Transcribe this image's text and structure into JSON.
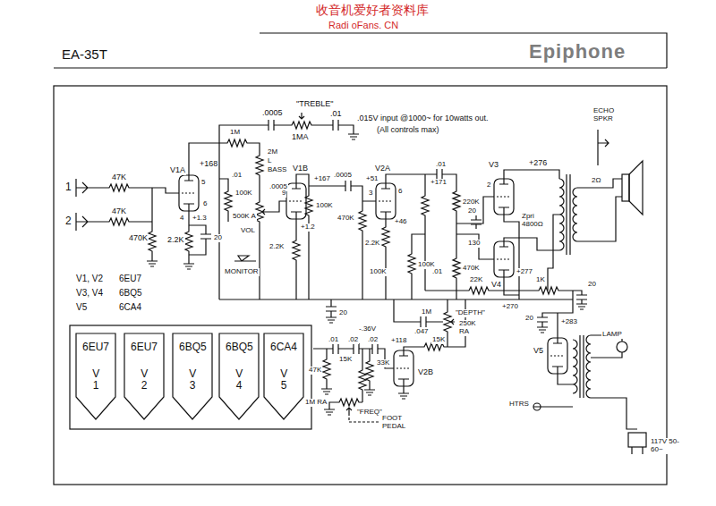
{
  "diagram": {
    "title": "EA-35T",
    "nodes": [
      {
        "text": [
          "6EU7",
          "V 1"
        ]
      },
      {
        "text": [
          "6EU7",
          "V 2"
        ]
      },
      {
        "text": [
          "6BQ5",
          "V 3"
        ]
      },
      {
        "text": [
          "6BQ5",
          "V 4"
        ]
      },
      {
        "text": [
          "6CA4",
          "V 5"
        ]
      }
    ],
    "labels": [
      "收音机爱好者资料库",
      "Radi oFans. CN",
      "Epiphone",
      "1",
      "2",
      "47K",
      "47K",
      "470K",
      "V1A",
      "1M",
      ".0005",
      "\"TREBLE\"",
      "1MA",
      ".01",
      "2M",
      "L",
      "BASS",
      "+168",
      ".01",
      ".0005",
      "5",
      "6",
      "+1.3",
      "4",
      "100K",
      "500K A",
      "VOL",
      "20",
      "2.2K",
      "MONITOR",
      "V1B",
      "+167",
      "9",
      "+1.2",
      "100K",
      "2.2K",
      "V2A",
      "+51",
      ".0005",
      "3",
      "470K",
      "+46",
      "2.2K",
      "6",
      "100K",
      "+171",
      ".01",
      "100K",
      "220K",
      "470K",
      ".01",
      "V3",
      "+276",
      "2",
      "20",
      "130",
      "Zpri 4800Ω",
      "2Ω",
      "ECHO SPKR",
      "V4",
      "+277",
      "22K",
      "+270",
      "1K",
      "20",
      "20",
      "+283",
      "V5",
      "LAMP",
      "HTRS",
      "117V 50-60~",
      "20",
      "1M",
      "\"DEPTH\"",
      "250K RA",
      ".047",
      "+118",
      "15K",
      "-.36V",
      ".01",
      ".02",
      ".02",
      "47K",
      "15K",
      "33K",
      "1M RA",
      "\"FREQ\"",
      "FOOT PEDAL",
      "V2B",
      ".015V input @1000~ for 10watts out.",
      "(All controls max)",
      "V1, V2",
      "6EU7",
      "V3, V4",
      "6BQ5",
      "V5",
      "6CA4"
    ]
  }
}
